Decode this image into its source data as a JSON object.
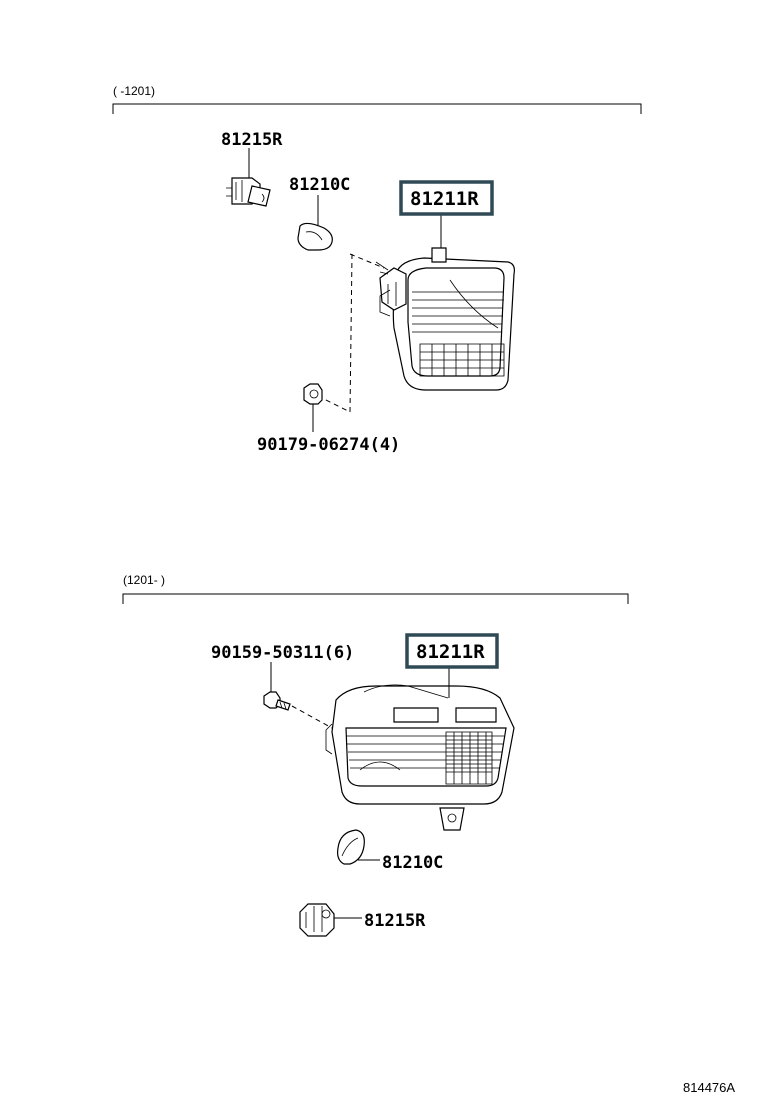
{
  "sections": [
    {
      "range_label": "(   -1201)",
      "parts": {
        "lamp_assy": "81211R",
        "socket": "81215R",
        "bulb": "81210C",
        "nut": "90179-06274(4)"
      }
    },
    {
      "range_label": "(1201-   )",
      "parts": {
        "lamp_assy": "81211R",
        "screw": "90159-50311(6)",
        "bulb": "81210C",
        "socket": "81215R"
      }
    }
  ],
  "illustration_code": "814476A",
  "colors": {
    "highlight_box": "#2f4a55",
    "line": "#000000"
  }
}
